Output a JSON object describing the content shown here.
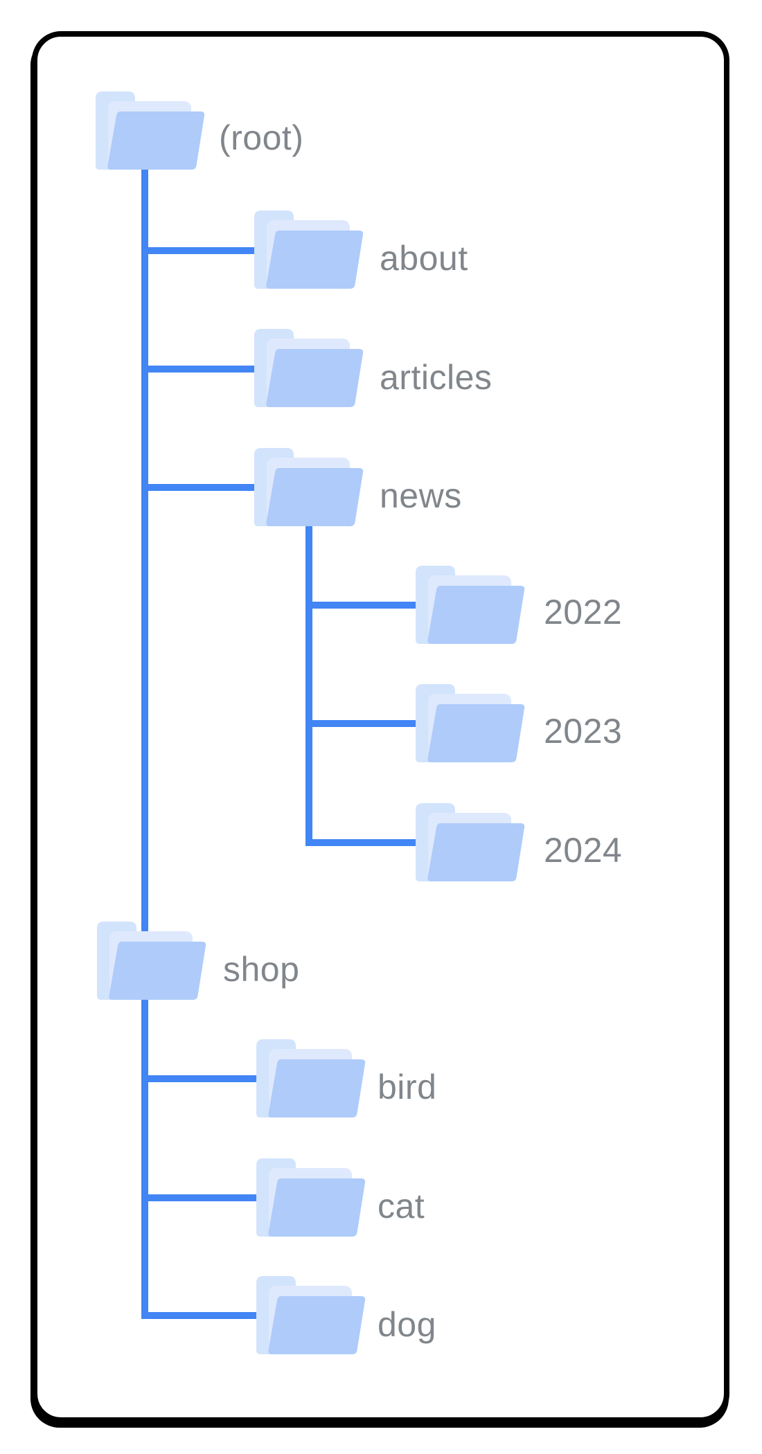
{
  "diagram": {
    "type": "folder-tree",
    "description_of_visual": "Site directory structure diagram inside rounded black-bordered card",
    "tree": {
      "label": "(root)",
      "children": [
        {
          "label": "about",
          "children": []
        },
        {
          "label": "articles",
          "children": []
        },
        {
          "label": "news",
          "children": [
            {
              "label": "2022"
            },
            {
              "label": "2023"
            },
            {
              "label": "2024"
            }
          ]
        },
        {
          "label": "shop",
          "children": [
            {
              "label": "bird"
            },
            {
              "label": "cat"
            },
            {
              "label": "dog"
            }
          ]
        }
      ]
    }
  },
  "colors": {
    "connector_line": "#4285f4",
    "label_text": "#80868b",
    "folder_front": "#aecbfa",
    "folder_back": "#d2e3fc",
    "folder_sheet": "#dfe9fd",
    "card_border": "#000000",
    "card_shadow": "#000000",
    "card_background": "#ffffff"
  }
}
